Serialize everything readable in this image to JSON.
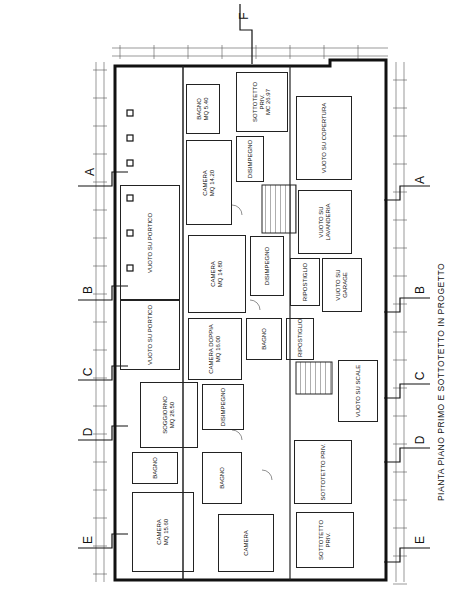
{
  "diagram": {
    "title": "PIANTA PIANO PRIMO E SOTTOTETTO IN PROGETTO",
    "nodes": [
      {
        "text": [
          "VUOTO SU PORTICO"
        ]
      },
      {
        "text": [
          "VUOTO SU PORTICO"
        ]
      },
      {
        "text": [
          "BAGNO",
          "MQ 5.40"
        ]
      },
      {
        "text": [
          "CAMERA",
          "MQ 14.20"
        ]
      },
      {
        "text": [
          "SOTTOTETTO PRIV.",
          "MC 26.97"
        ]
      },
      {
        "text": [
          "DISIMPEGNO"
        ]
      },
      {
        "text": [
          "VUOTO SU COPERTURA"
        ]
      },
      {
        "text": [
          "VUOTO SU LAVANDERIA"
        ]
      },
      {
        "text": [
          "CAMERA",
          "MQ 14.80"
        ]
      },
      {
        "text": [
          "DISIMPEGNO"
        ]
      },
      {
        "text": [
          "RIPOSTIGLIO"
        ]
      },
      {
        "text": [
          "VUOTO SU GARAGE"
        ]
      },
      {
        "text": [
          "CAMERA DOPPIA",
          "MQ 16.00"
        ]
      },
      {
        "text": [
          "BAGNO"
        ]
      },
      {
        "text": [
          "RIPOSTIGLIO"
        ]
      },
      {
        "text": [
          "SOGGIORNO",
          "MQ 28.50"
        ]
      },
      {
        "text": [
          "DISIMPEGNO"
        ]
      },
      {
        "text": [
          "VUOTO SU SCALE"
        ]
      },
      {
        "text": [
          "BAGNO"
        ]
      },
      {
        "text": [
          "BAGNO"
        ]
      },
      {
        "text": [
          "SOTTOTETTO PRIV."
        ]
      },
      {
        "text": [
          "CAMERA",
          "MQ 15.60"
        ]
      },
      {
        "text": [
          "CAMERA"
        ]
      },
      {
        "text": [
          "SOTTOTETTO PRIV."
        ]
      }
    ],
    "labels": [
      "F",
      "A",
      "A",
      "B",
      "B",
      "C",
      "C",
      "D",
      "D",
      "E",
      "E"
    ]
  }
}
